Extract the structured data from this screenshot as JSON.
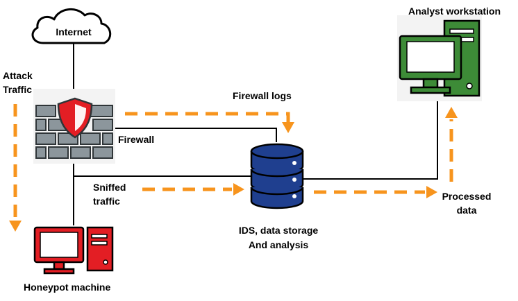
{
  "labels": {
    "internet": "Internet",
    "attack_traffic_line1": "Attack",
    "attack_traffic_line2": "Traffic",
    "firewall": "Firewall",
    "firewall_logs": "Firewall logs",
    "sniffed_traffic_line1": "Sniffed",
    "sniffed_traffic_line2": "traffic",
    "ids_line1": "IDS, data storage",
    "ids_line2": "And analysis",
    "processed_data_line1": "Processed",
    "processed_data_line2": "data",
    "analyst_workstation": "Analyst workstation",
    "honeypot_machine": "Honeypot machine"
  },
  "colors": {
    "flow_arrow": "#f7941d",
    "honeypot": "#e31e24",
    "workstation": "#3d8b37",
    "database": "#1f3f8f",
    "firewall_wall": "#8c969c",
    "shield": "#e31e24",
    "line": "#000000"
  },
  "icons": {
    "internet": "cloud-icon",
    "firewall": "brick-wall-shield-icon",
    "database": "database-stack-icon",
    "honeypot": "desktop-computer-icon",
    "workstation": "desktop-computer-icon"
  }
}
